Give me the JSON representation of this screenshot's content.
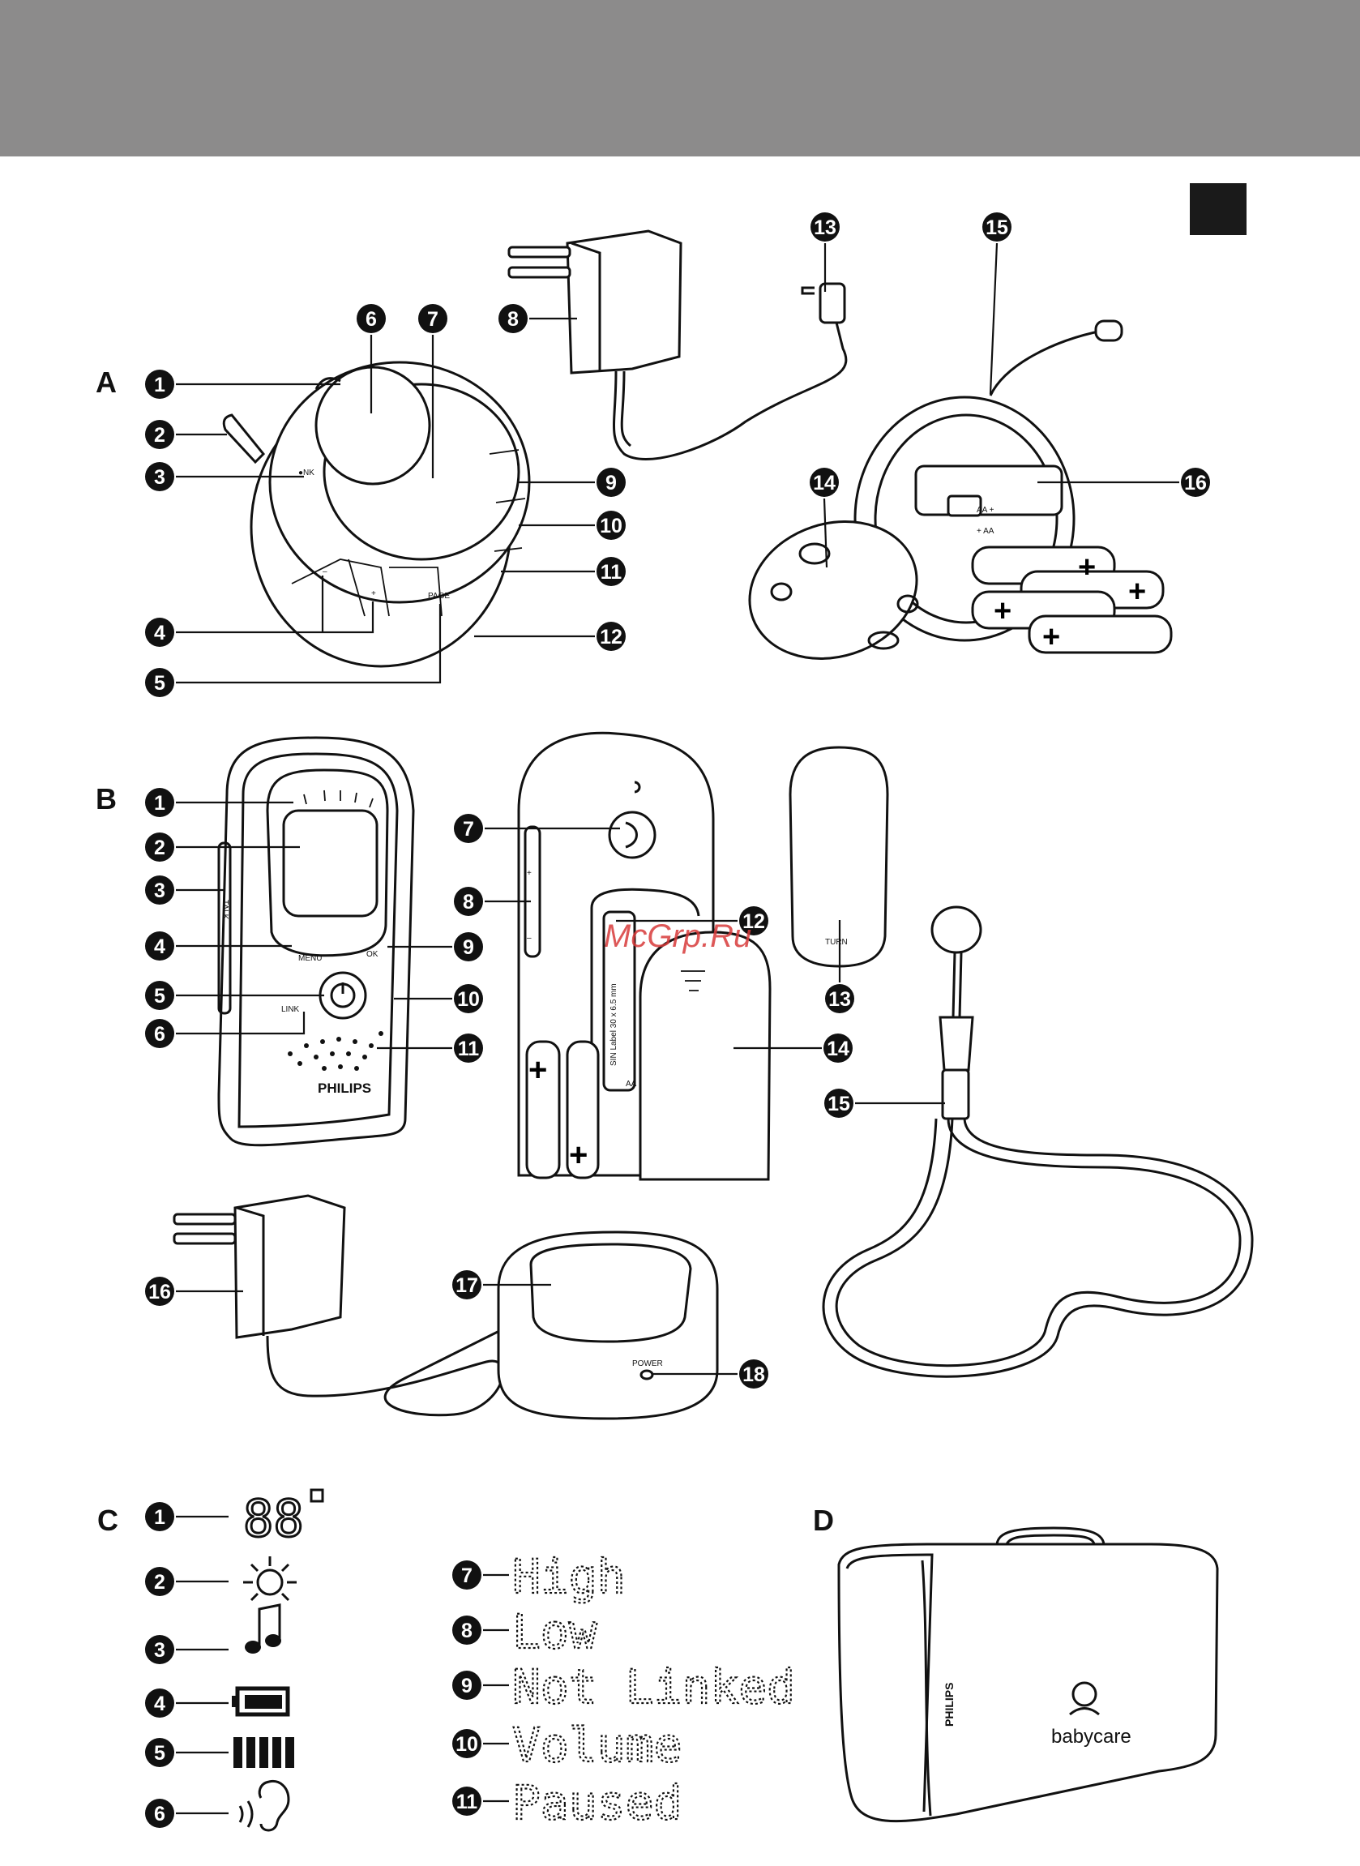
{
  "sections": {
    "A": {
      "letter": "A",
      "callouts": [
        "1",
        "2",
        "3",
        "4",
        "5",
        "6",
        "7",
        "8",
        "9",
        "10",
        "11",
        "12",
        "13",
        "14",
        "15",
        "16"
      ],
      "printed_labels": {
        "page_button": "PAGE",
        "minus": "–",
        "plus": "+",
        "link": "●NK",
        "battery_label": "AA +",
        "battery_label_2": "+ AA"
      }
    },
    "B": {
      "letter": "B",
      "callouts": [
        "1",
        "2",
        "3",
        "4",
        "5",
        "6",
        "7",
        "8",
        "9",
        "10",
        "11",
        "12",
        "13",
        "14",
        "15",
        "16",
        "17",
        "18"
      ],
      "printed_labels": {
        "menu": "MENU",
        "ok": "OK",
        "link": "LINK",
        "talk": "TALK",
        "brand": "PHILIPS",
        "turn": "TURN",
        "power": "POWER",
        "sin_label": "SIN Label  30 x 6.5 mm",
        "aa": "AA",
        "plus": "+",
        "minus": "–"
      }
    },
    "C": {
      "letter": "C",
      "display_digits": "88",
      "left_items": [
        {
          "num": "1",
          "icon": "temperature-digits-icon"
        },
        {
          "num": "2",
          "icon": "nightlight-icon"
        },
        {
          "num": "3",
          "icon": "music-note-icon"
        },
        {
          "num": "4",
          "icon": "battery-icon"
        },
        {
          "num": "5",
          "icon": "volume-bars-icon"
        },
        {
          "num": "6",
          "icon": "sound-ear-icon"
        }
      ],
      "right_items": [
        {
          "num": "7",
          "text": "High"
        },
        {
          "num": "8",
          "text": "Low"
        },
        {
          "num": "9",
          "text": "Not Linked"
        },
        {
          "num": "10",
          "text": "Volume"
        },
        {
          "num": "11",
          "text": "Paused"
        }
      ]
    },
    "D": {
      "letter": "D",
      "bag_side_brand": "PHILIPS",
      "bag_logo": "babycare"
    }
  },
  "watermark": "McGrp.Ru",
  "colors": {
    "header": "#8c8b8b",
    "corner_square": "#1a1a1a",
    "ink": "#111111",
    "watermark": "#d83a3a"
  }
}
